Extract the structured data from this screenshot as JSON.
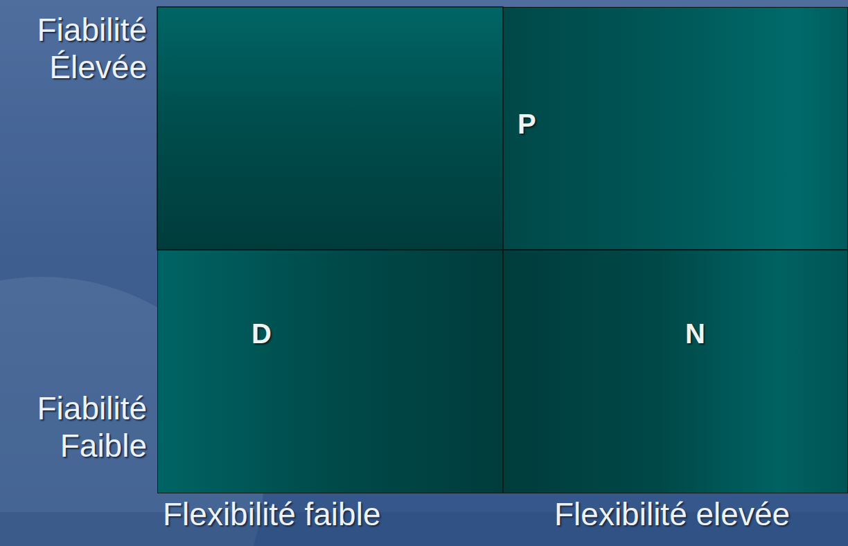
{
  "diagram": {
    "nodes": [
      {
        "text": [
          "P"
        ]
      },
      {
        "text": [
          "D"
        ]
      },
      {
        "text": [
          "N"
        ]
      }
    ],
    "labels": [
      "Fiabilité Élevée",
      "Fiabilité Faible",
      "Flexibilité faible",
      "Flexibilité elevée"
    ]
  }
}
